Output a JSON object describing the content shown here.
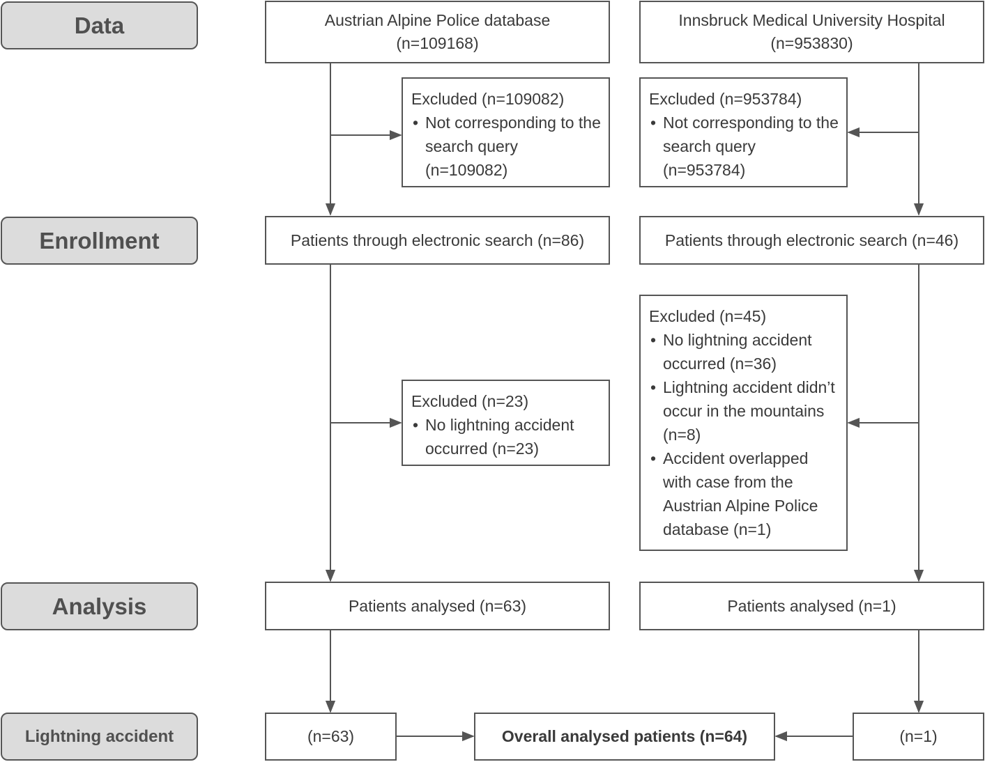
{
  "stages": {
    "data": "Data",
    "enrollment": "Enrollment",
    "analysis": "Analysis",
    "lightning": "Lightning accident"
  },
  "left": {
    "source_title": "Austrian Alpine Police database",
    "source_n": "(n=109168)",
    "excluded1": {
      "head": "Excluded (n=109082)",
      "items": [
        "Not corresponding to the search query (n=109082)"
      ]
    },
    "enrolled": "Patients through electronic search (n=86)",
    "excluded2": {
      "head": "Excluded (n=23)",
      "items": [
        "No lightning accident occurred (n=23)"
      ]
    },
    "analysed": "Patients analysed (n=63)",
    "final": "(n=63)"
  },
  "right": {
    "source_title": "Innsbruck Medical University Hospital",
    "source_n": "(n=953830)",
    "excluded1": {
      "head": "Excluded (n=953784)",
      "items": [
        "Not corresponding to the search query (n=953784)"
      ]
    },
    "enrolled": "Patients through electronic search (n=46)",
    "excluded2": {
      "head": "Excluded (n=45)",
      "items": [
        "No lightning accident occurred (n=36)",
        "Lightning accident didn’t occur in the mountains (n=8)",
        "Accident overlapped with case from the Austrian Alpine Police database (n=1)"
      ]
    },
    "analysed": "Patients analysed (n=1)",
    "final": "(n=1)"
  },
  "overall": "Overall analysed patients (n=64)",
  "colors": {
    "stroke": "#555555",
    "label_fill": "#dcdcdc",
    "text": "#3a3a3a"
  }
}
